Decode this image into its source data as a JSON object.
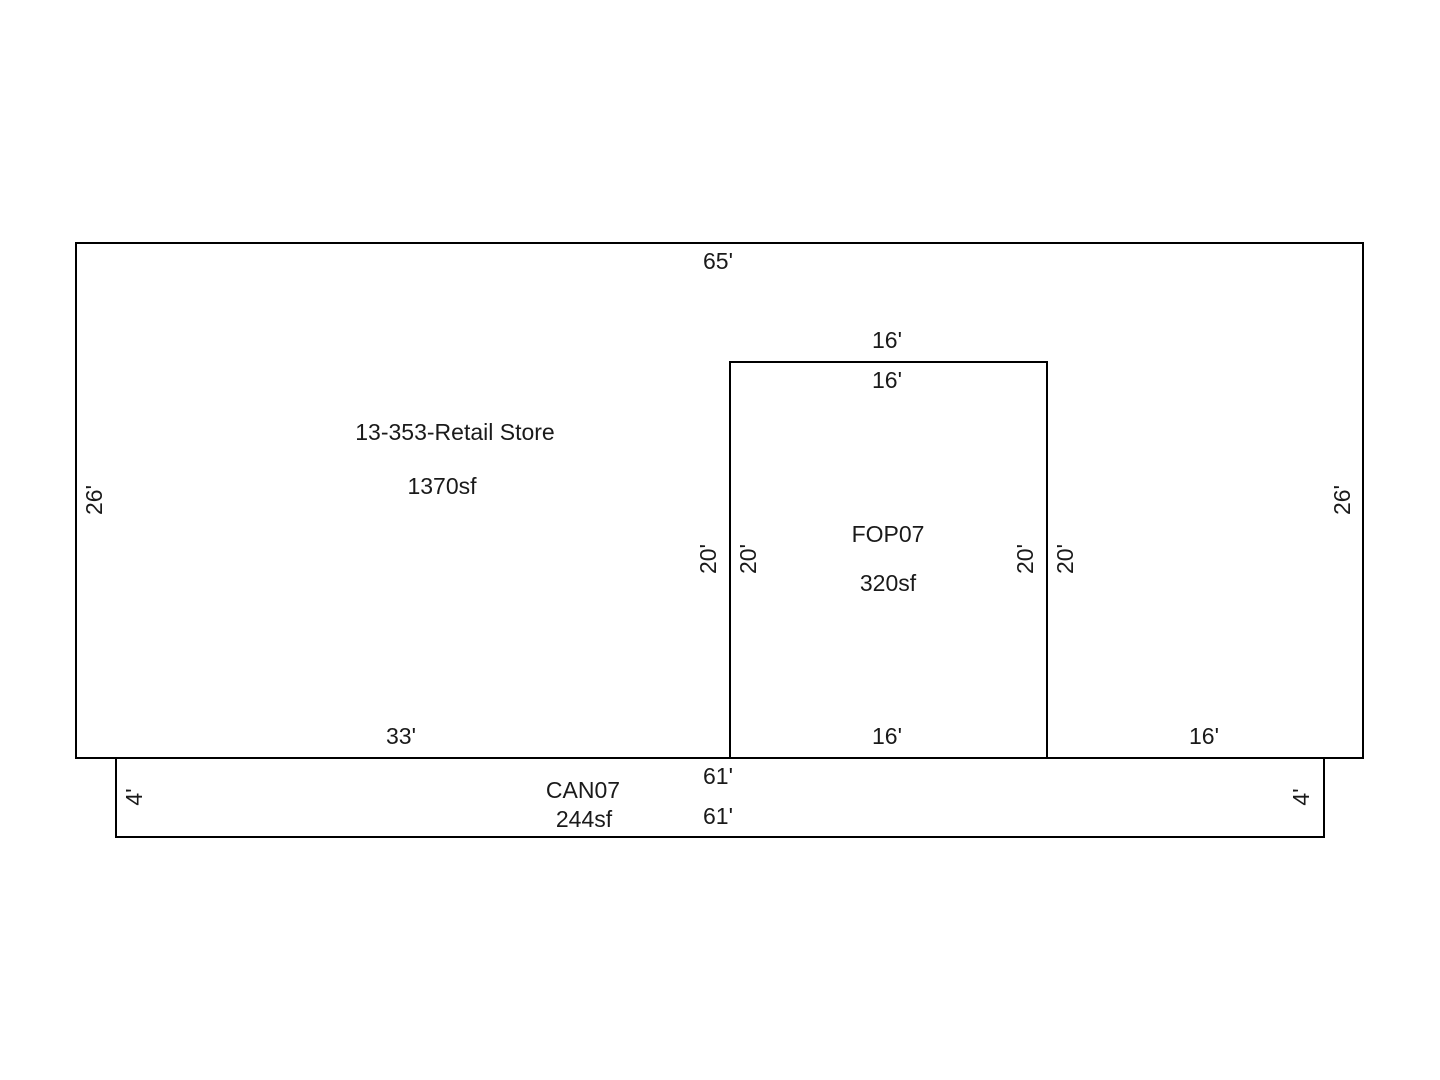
{
  "areas": {
    "main": {
      "name": "13-353-Retail Store",
      "area": "1370sf"
    },
    "porch": {
      "name": "FOP07",
      "area": "320sf"
    },
    "canopy": {
      "name": "CAN07",
      "area": "244sf"
    }
  },
  "dimensions": {
    "main_top": "65'",
    "main_left": "26'",
    "main_right": "26'",
    "main_bottom_left": "33'",
    "main_bottom_right": "16'",
    "porch_top_outer": "16'",
    "porch_top_inner": "16'",
    "porch_left_outer": "20'",
    "porch_left_inner": "20'",
    "porch_right_inner": "20'",
    "porch_right_outer": "20'",
    "porch_bottom": "16'",
    "canopy_top": "61'",
    "canopy_bottom": "61'",
    "canopy_left": "4'",
    "canopy_right": "4'"
  }
}
